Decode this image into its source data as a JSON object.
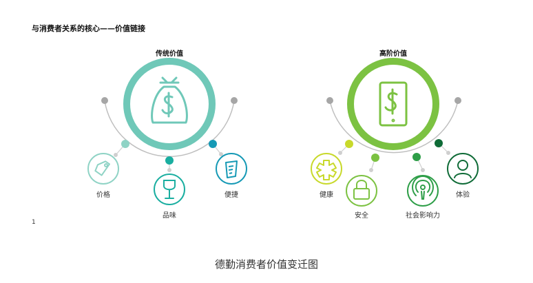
{
  "title": "与消费者关系的核心——价值链接",
  "traditional": {
    "title": "传统价值",
    "center_icon": "money-bag-dollar-icon",
    "ring_color": "#6fc8b8",
    "items": [
      {
        "label": "价格",
        "icon": "price-tag-icon"
      },
      {
        "label": "品味",
        "icon": "wine-glass-icon"
      },
      {
        "label": "便捷",
        "icon": "receipt-icon"
      }
    ]
  },
  "advanced": {
    "title": "高阶价值",
    "center_icon": "phone-dollar-icon",
    "ring_color": "#7cc242",
    "items": [
      {
        "label": "健康",
        "icon": "medical-star-icon"
      },
      {
        "label": "安全",
        "icon": "lock-icon"
      },
      {
        "label": "社会影响力",
        "icon": "podcast-icon"
      },
      {
        "label": "体验",
        "icon": "person-icon"
      }
    ]
  },
  "footnote": "1",
  "caption": "德勤消费者价值变迁图"
}
